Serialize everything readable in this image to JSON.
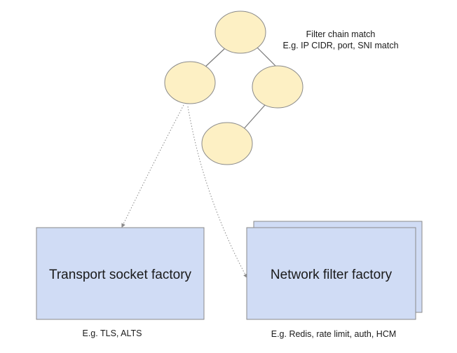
{
  "tree": {
    "caption_line1": "Filter chain match",
    "caption_line2": "E.g. IP CIDR, port, SNI match"
  },
  "transport": {
    "label": "Transport socket factory",
    "example": "E.g. TLS, ALTS"
  },
  "network": {
    "label": "Network filter factory",
    "example": "E.g. Redis, rate limit, auth, HCM"
  },
  "colors": {
    "node_fill": "#fdf0c4",
    "box_fill": "#d0dcf5",
    "stroke": "#8a8a8a"
  }
}
